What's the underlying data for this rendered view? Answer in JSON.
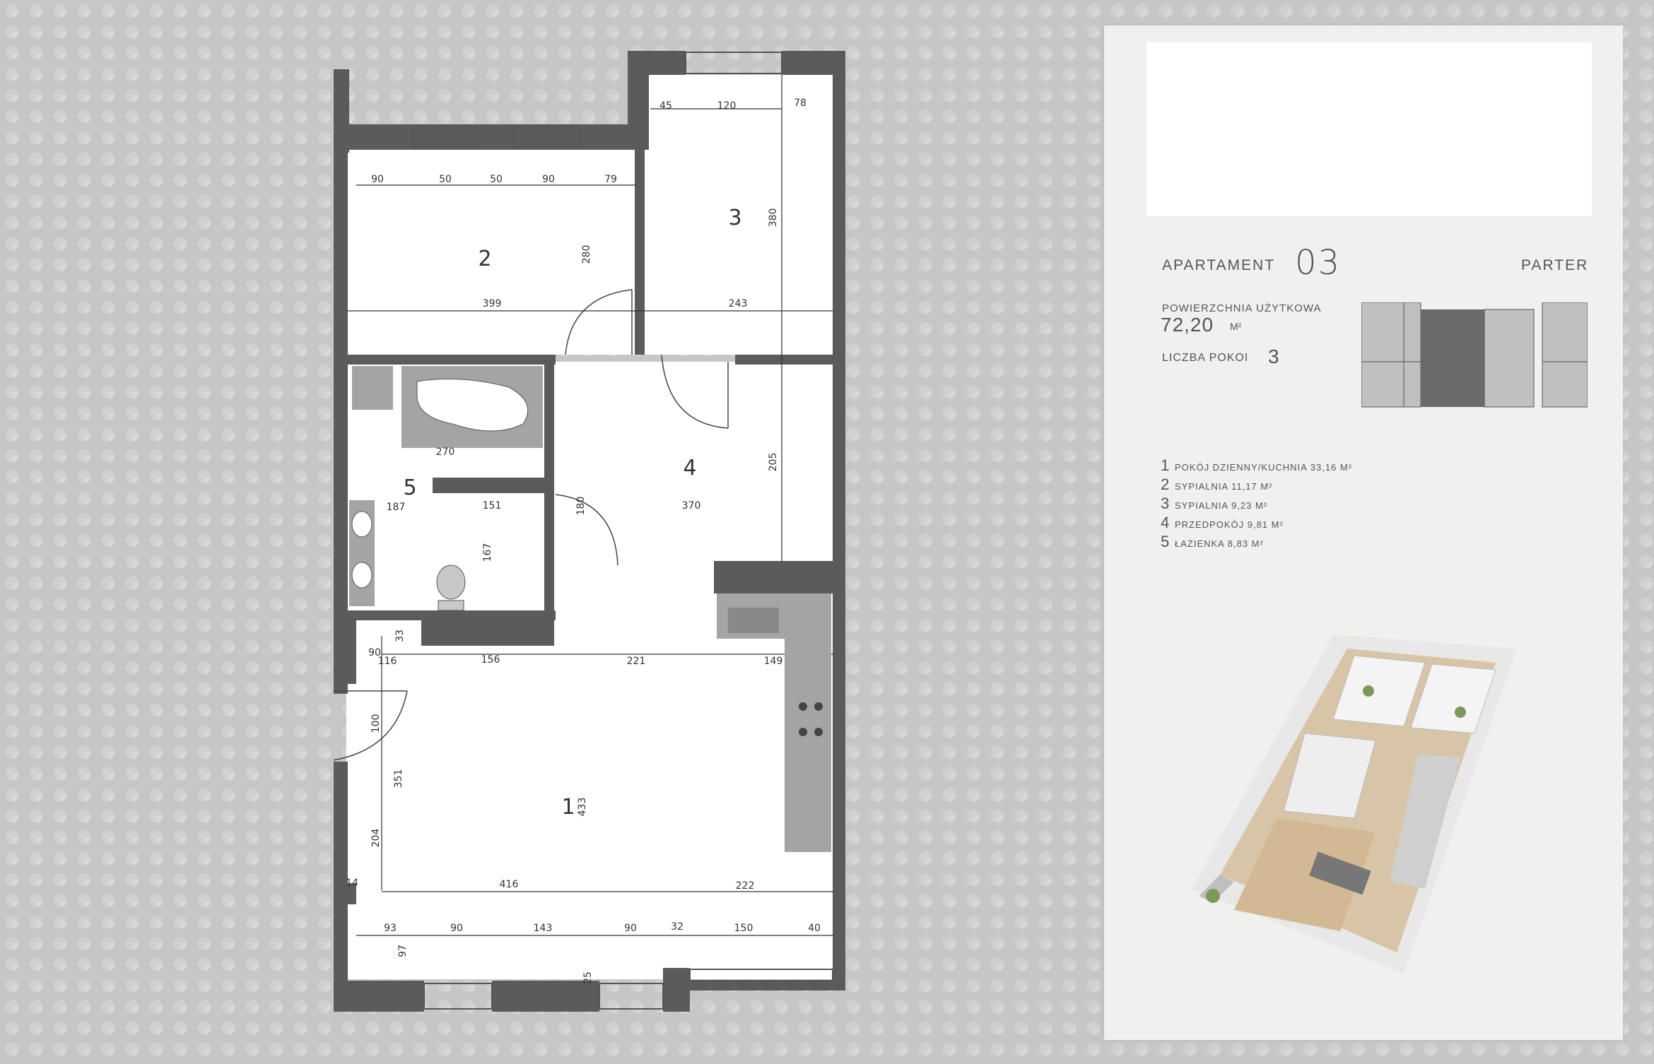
{
  "apartment": {
    "label": "APARTAMENT",
    "number": "03",
    "floor": "PARTER",
    "area_label": "POWIERZCHNIA UŻYTKOWA",
    "area_value": "72,20",
    "area_unit": "M²",
    "rooms_label": "LICZBA POKOI",
    "rooms_value": "3"
  },
  "legend": [
    {
      "num": "1",
      "text": "POKÓJ DZIENNY/KUCHNIA 33,16 M²"
    },
    {
      "num": "2",
      "text": "SYPIALNIA 11,17 M²"
    },
    {
      "num": "3",
      "text": "SYPIALNIA 9,23 M²"
    },
    {
      "num": "4",
      "text": "PRZEDPOKÓJ 9,81 M²"
    },
    {
      "num": "5",
      "text": "ŁAZIENKA 8,83 M²"
    }
  ],
  "plan": {
    "room_numbers": [
      "1",
      "2",
      "3",
      "4",
      "5"
    ],
    "dimensions": [
      "45",
      "120",
      "78",
      "90",
      "50",
      "50",
      "90",
      "79",
      "280",
      "380",
      "399",
      "243",
      "270",
      "205",
      "187",
      "151",
      "180",
      "370",
      "167",
      "33",
      "90",
      "116",
      "156",
      "221",
      "149",
      "100",
      "351",
      "433",
      "204",
      "14",
      "416",
      "222",
      "93",
      "90",
      "143",
      "90",
      "32",
      "150",
      "40",
      "97",
      "25"
    ]
  },
  "colors": {
    "wall": "#5b5b5b",
    "panel": "#f0f0ef",
    "text": "#555555"
  }
}
